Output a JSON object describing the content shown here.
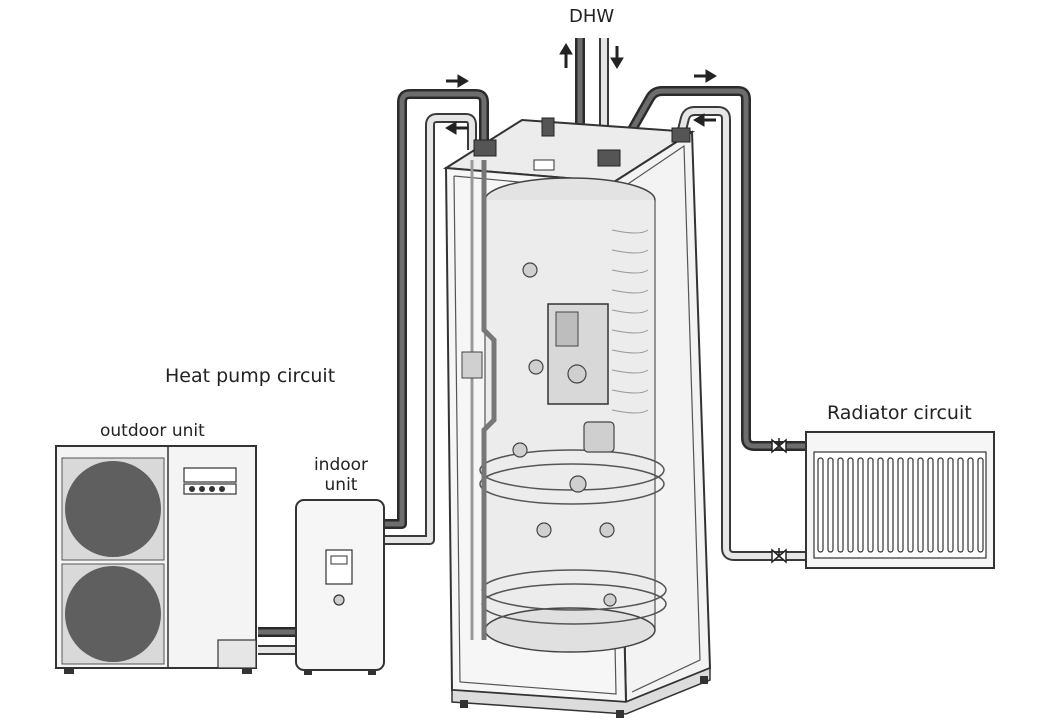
{
  "labels": {
    "dhw": "DHW",
    "heat_pump_circuit": "Heat pump circuit",
    "outdoor_unit": "outdoor unit",
    "indoor_unit_line1": "indoor",
    "indoor_unit_line2": "unit",
    "radiator_circuit": "Radiator circuit"
  },
  "icons": {
    "flow_arrow": "arrow-icon",
    "valve": "valve-icon",
    "fan": "fan-icon"
  },
  "colors": {
    "pipe_dark": "#2b2b2b",
    "pipe_light": "#e6e6e6",
    "outline": "#333333",
    "tank_glass": "#f2f2f2"
  }
}
